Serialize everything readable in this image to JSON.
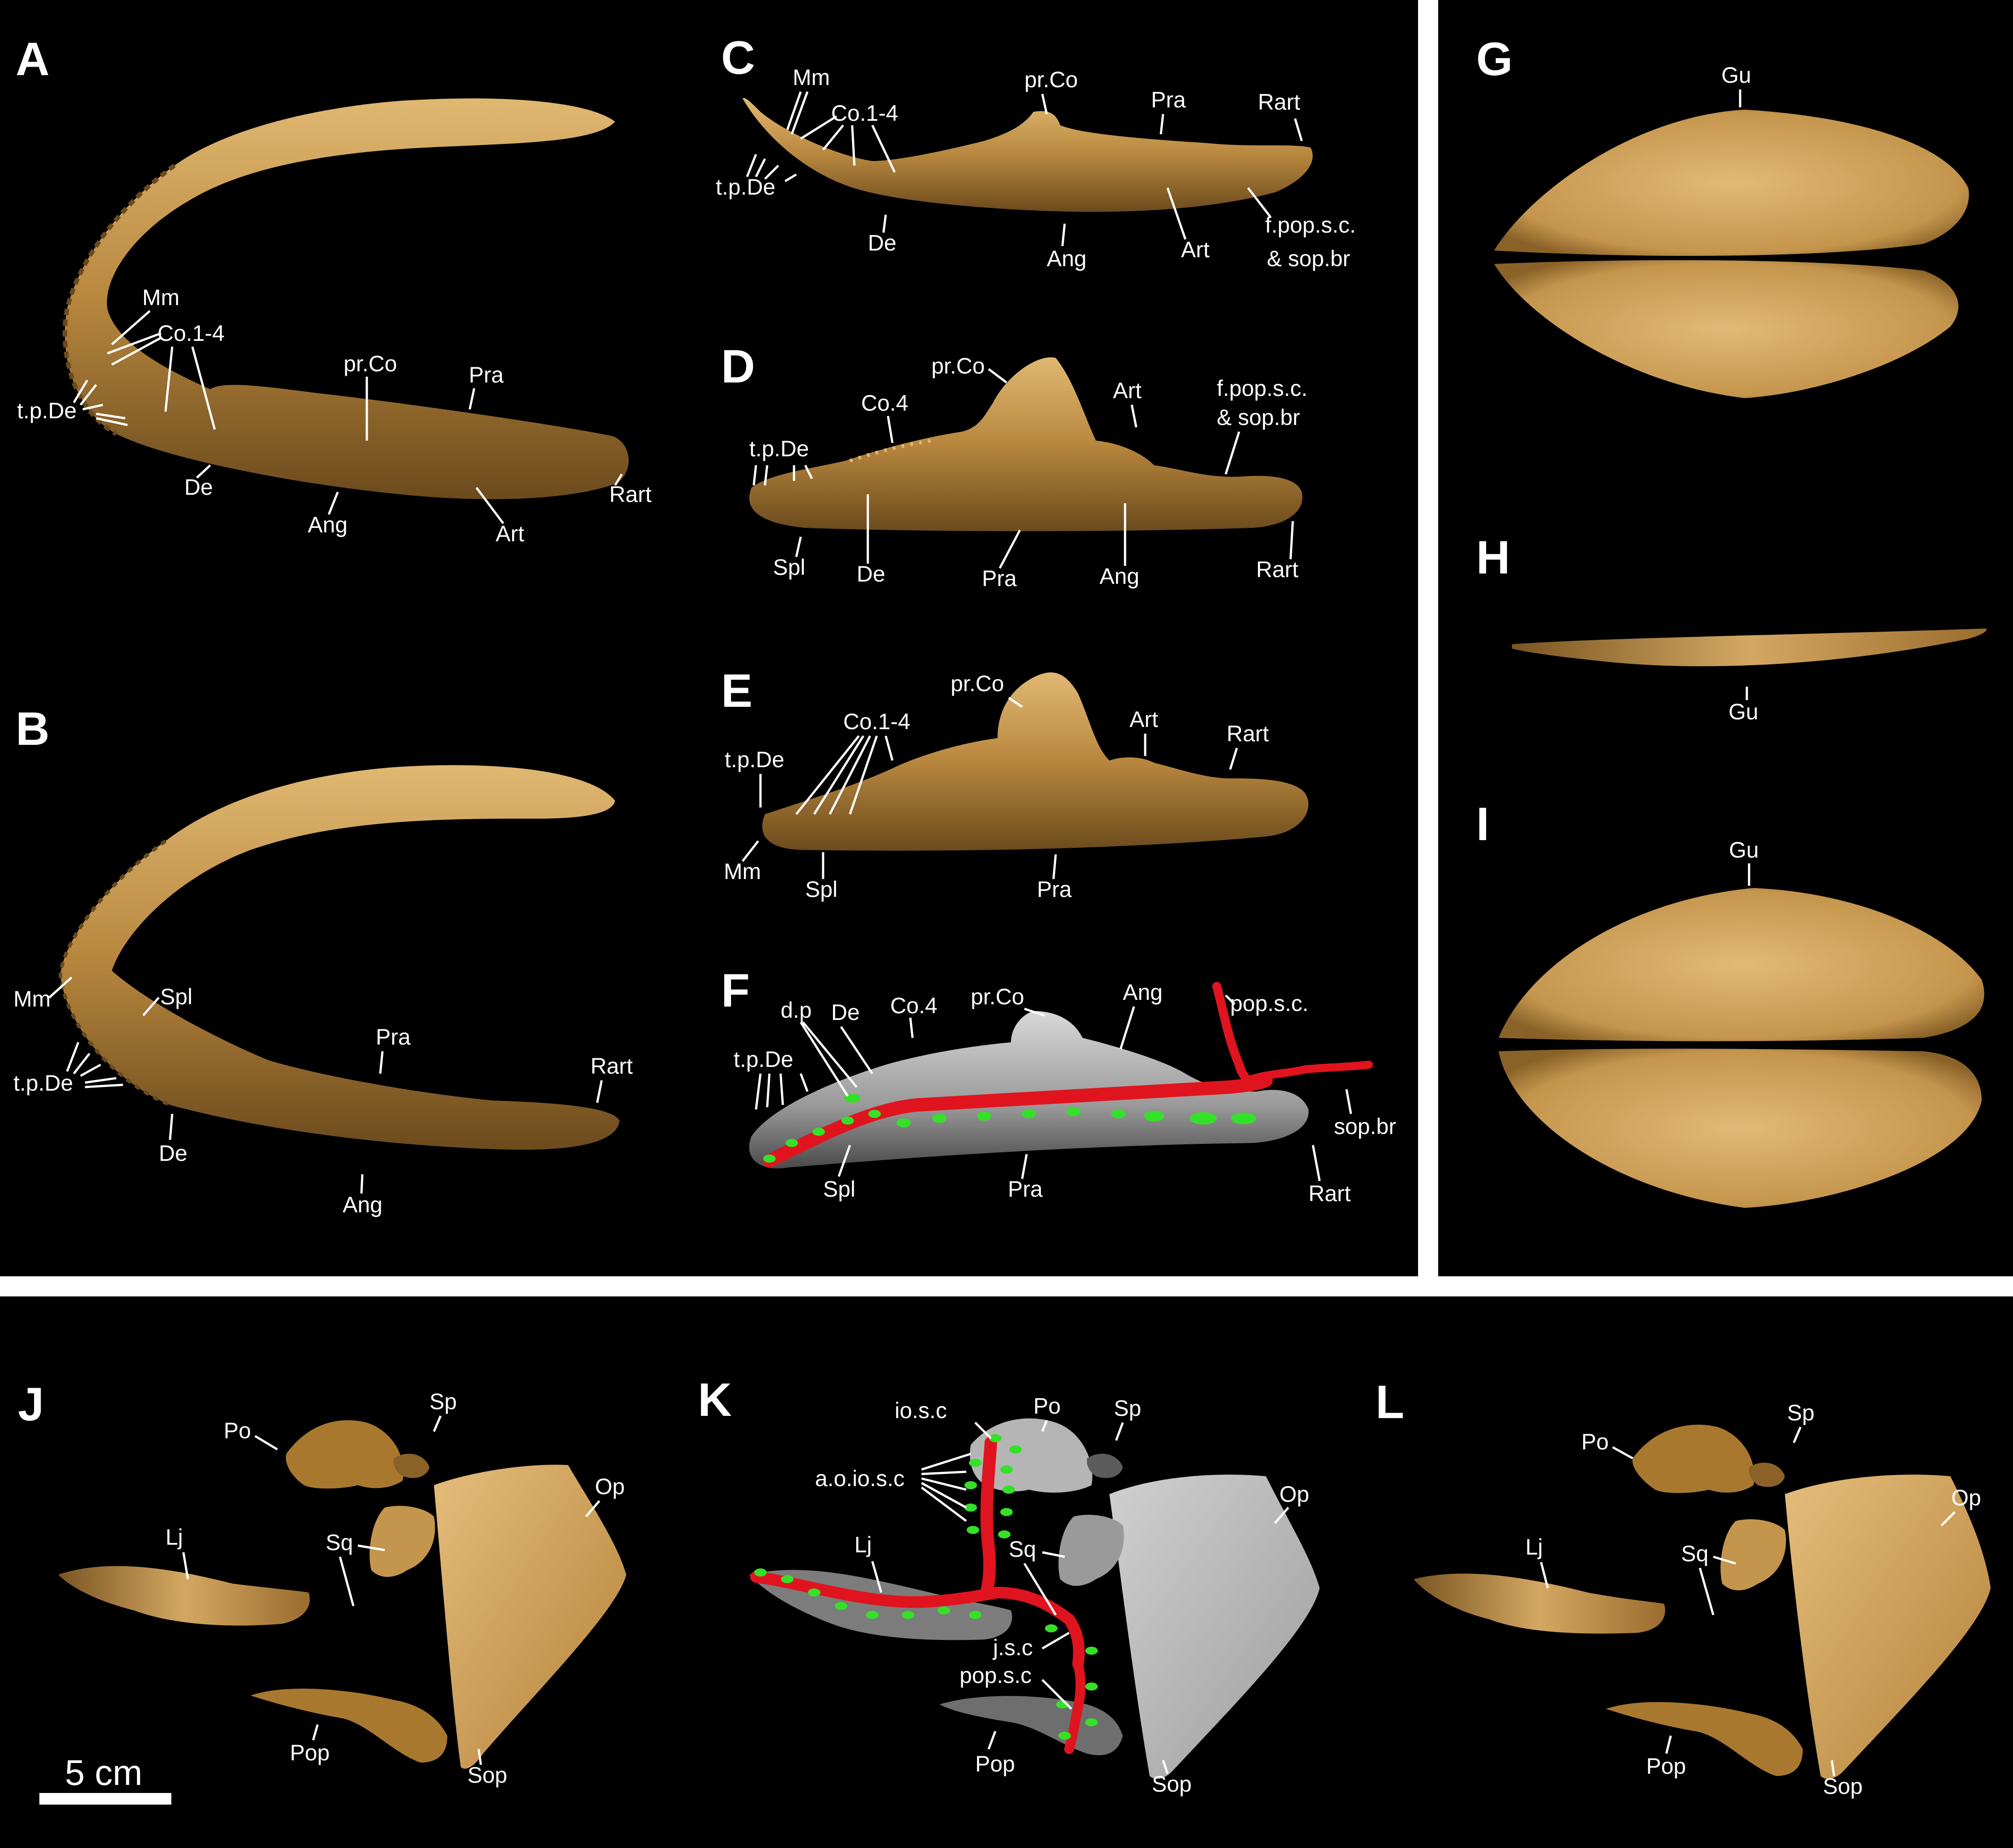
{
  "panels": {
    "A": {
      "letter": "A",
      "labels": {
        "Mm": "Mm",
        "Co": "Co.1-4",
        "tpDe": "t.p.De",
        "De": "De",
        "Ang": "Ang",
        "prCo": "pr.Co",
        "Pra": "Pra",
        "Art": "Art",
        "Rart": "Rart"
      }
    },
    "B": {
      "letter": "B",
      "labels": {
        "Mm": "Mm",
        "Spl": "Spl",
        "tpDe": "t.p.De",
        "De": "De",
        "Pra": "Pra",
        "Rart": "Rart",
        "Ang": "Ang"
      }
    },
    "C": {
      "letter": "C",
      "labels": {
        "Mm": "Mm",
        "Co": "Co.1-4",
        "prCo": "pr.Co",
        "Pra": "Pra",
        "Rart": "Rart",
        "tpDe": "t.p.De",
        "De": "De",
        "Ang": "Ang",
        "Art": "Art",
        "fpop1": "f.pop.s.c.",
        "fpop2": "& sop.br"
      }
    },
    "D": {
      "letter": "D",
      "labels": {
        "prCo": "pr.Co",
        "Art": "Art",
        "fpop1": "f.pop.s.c.",
        "fpop2": "& sop.br",
        "Co4": "Co.4",
        "tpDe": "t.p.De",
        "Spl": "Spl",
        "De": "De",
        "Pra": "Pra",
        "Ang": "Ang",
        "Rart": "Rart"
      }
    },
    "E": {
      "letter": "E",
      "labels": {
        "prCo": "pr.Co",
        "Art": "Art",
        "Rart": "Rart",
        "Co": "Co.1-4",
        "tpDe": "t.p.De",
        "Mm": "Mm",
        "Spl": "Spl",
        "Pra": "Pra"
      }
    },
    "F": {
      "letter": "F",
      "labels": {
        "prCo": "pr.Co",
        "Ang": "Ang",
        "popsc": "pop.s.c.",
        "dp": "d.p",
        "De": "De",
        "Co4": "Co.4",
        "tpDe": "t.p.De",
        "sopbr": "sop.br",
        "Spl": "Spl",
        "Pra": "Pra",
        "Rart": "Rart"
      }
    },
    "G": {
      "letter": "G",
      "labels": {
        "Gu": "Gu"
      }
    },
    "H": {
      "letter": "H",
      "labels": {
        "Gu": "Gu"
      }
    },
    "I": {
      "letter": "I",
      "labels": {
        "Gu": "Gu"
      }
    },
    "J": {
      "letter": "J",
      "labels": {
        "Po": "Po",
        "Sp": "Sp",
        "Op": "Op",
        "Lj": "Lj",
        "Sq": "Sq",
        "Pop": "Pop",
        "Sop": "Sop"
      }
    },
    "K": {
      "letter": "K",
      "labels": {
        "iosc": "io.s.c",
        "Po": "Po",
        "Sp": "Sp",
        "aoiosc": "a.o.io.s.c",
        "Op": "Op",
        "Lj": "Lj",
        "Sq": "Sq",
        "jsc": "j.s.c",
        "popsc": "pop.s.c",
        "Pop": "Pop",
        "Sop": "Sop"
      }
    },
    "L": {
      "letter": "L",
      "labels": {
        "Po": "Po",
        "Sp": "Sp",
        "Op": "Op",
        "Lj": "Lj",
        "Sq": "Sq",
        "Pop": "Pop",
        "Sop": "Sop"
      }
    }
  },
  "scale_bar": {
    "label": "5 cm"
  },
  "colors": {
    "background": "#000000",
    "divider": "#ffffff",
    "bone": "#b8873e",
    "bone_light": "#d9b06a",
    "bone_dark": "#6b4a1c",
    "gray_bone": "#8a8a8a",
    "gray_light": "#c9c9c9",
    "canal_red": "#e0141e",
    "pore_green": "#35e028",
    "label_text": "#ffffff"
  }
}
